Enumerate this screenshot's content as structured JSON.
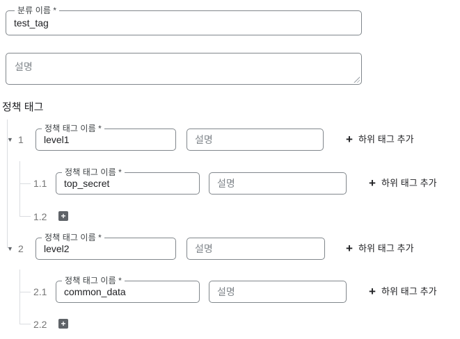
{
  "form": {
    "taxonomy_name": {
      "label": "분류 이름 *",
      "value": "test_tag"
    },
    "taxonomy_description": {
      "placeholder": "설명",
      "value": ""
    }
  },
  "policy_tags": {
    "heading": "정책 태그",
    "tag_name_label": "정책 태그 이름 *",
    "description_placeholder": "설명",
    "add_subtag_button": "하위 태그 추가",
    "rows": [
      {
        "index": "1",
        "name": "level1",
        "description": "",
        "expanded": true
      },
      {
        "index": "1.1",
        "name": "top_secret",
        "description": ""
      },
      {
        "index": "1.2",
        "add_stub": true
      },
      {
        "index": "2",
        "name": "level2",
        "description": "",
        "expanded": true
      },
      {
        "index": "2.1",
        "name": "common_data",
        "description": ""
      },
      {
        "index": "2.2",
        "add_stub": true
      }
    ]
  },
  "icons": {
    "caret_down": "▼",
    "plus": "+",
    "stub_plus": "+"
  },
  "colors": {
    "field_border": "#80868b",
    "tree_line": "#dadce0",
    "muted_text": "#757575",
    "text": "#202124",
    "stub_button_bg": "#5f6368"
  }
}
